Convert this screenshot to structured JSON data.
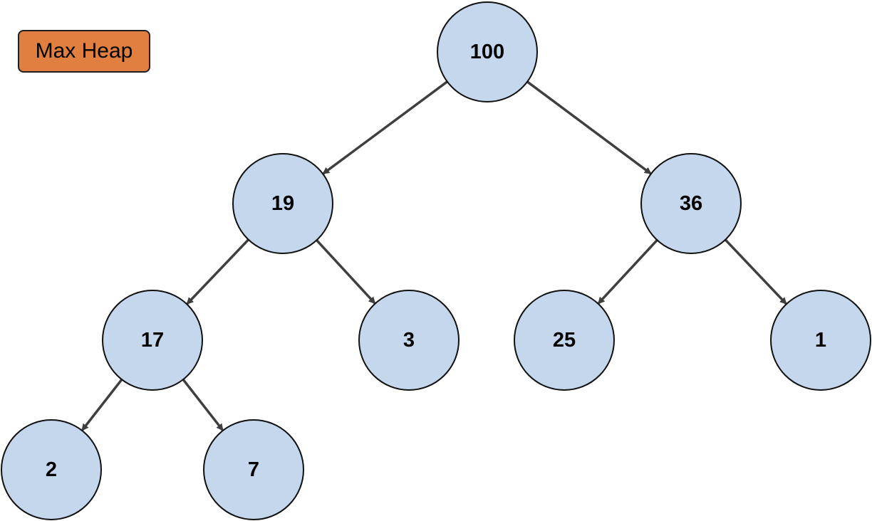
{
  "title_label": "Max Heap",
  "colors": {
    "node_fill": "#c4d7ec",
    "node_stroke": "#111111",
    "edge": "#3f3f3f",
    "label_fill": "#e07f3f"
  },
  "nodes": [
    {
      "id": "n100",
      "value": "100"
    },
    {
      "id": "n19",
      "value": "19"
    },
    {
      "id": "n36",
      "value": "36"
    },
    {
      "id": "n17",
      "value": "17"
    },
    {
      "id": "n3",
      "value": "3"
    },
    {
      "id": "n25",
      "value": "25"
    },
    {
      "id": "n1",
      "value": "1"
    },
    {
      "id": "n2",
      "value": "2"
    },
    {
      "id": "n7",
      "value": "7"
    }
  ],
  "edges": [
    {
      "from": "n100",
      "to": "n19"
    },
    {
      "from": "n100",
      "to": "n36"
    },
    {
      "from": "n19",
      "to": "n17"
    },
    {
      "from": "n19",
      "to": "n3"
    },
    {
      "from": "n36",
      "to": "n25"
    },
    {
      "from": "n36",
      "to": "n1"
    },
    {
      "from": "n17",
      "to": "n2"
    },
    {
      "from": "n17",
      "to": "n7"
    }
  ]
}
